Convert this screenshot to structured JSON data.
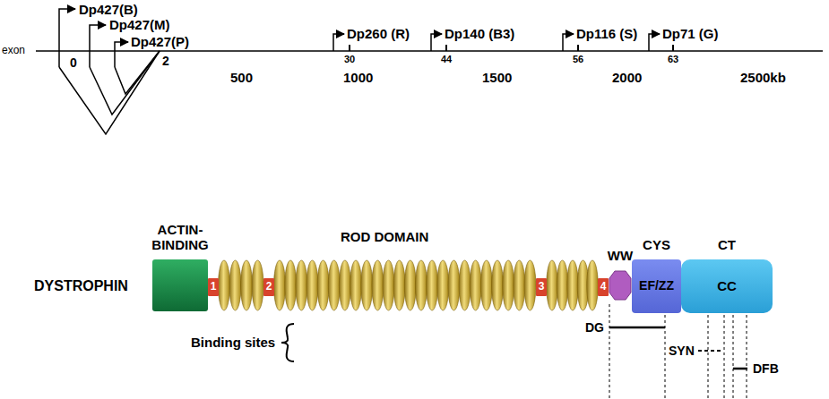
{
  "diagram": {
    "nodes": [
      {
        "text": [
          "ACTIN-BINDING"
        ]
      },
      {
        "text": [
          "1"
        ]
      },
      {
        "text": [
          "2"
        ]
      },
      {
        "text": [
          "3"
        ]
      },
      {
        "text": [
          "4"
        ]
      },
      {
        "text": [
          "WW"
        ]
      },
      {
        "text": [
          "CYS",
          "EF/ZZ"
        ]
      },
      {
        "text": [
          "CT",
          "CC"
        ]
      }
    ],
    "labels": [
      "Dp427(B)",
      "Dp427(M)",
      "Dp427(P)",
      "Dp260 (R)",
      "Dp140 (B3)",
      "Dp116 (S)",
      "Dp71 (G)",
      "exon",
      "0",
      "2",
      "500",
      "30",
      "1000",
      "44",
      "1500",
      "56",
      "2000",
      "63",
      "2500kb",
      "ROD DOMAIN",
      "DYSTROPHIN",
      "Binding sites",
      "DG",
      "SYN",
      "DFB"
    ]
  }
}
